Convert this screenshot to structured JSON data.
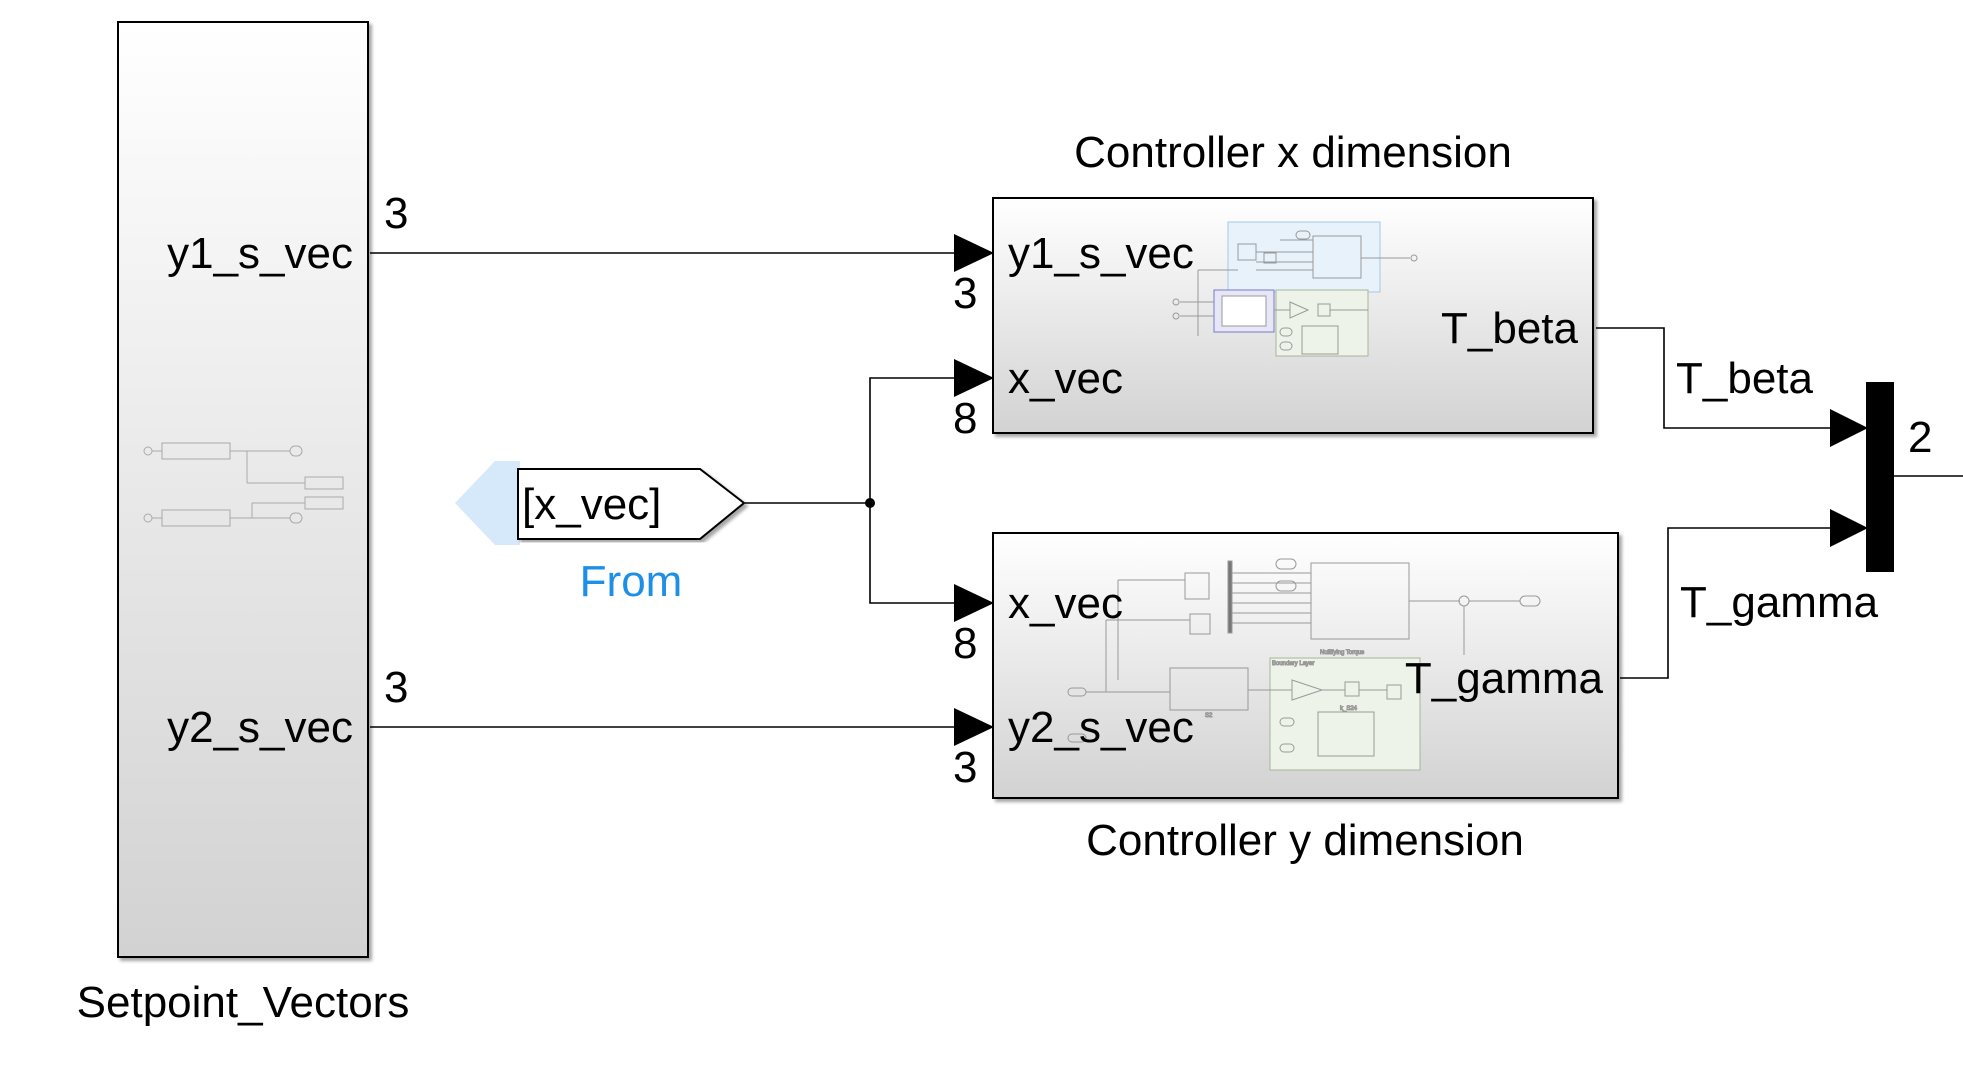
{
  "blocks": {
    "setpoint": {
      "name": "Setpoint_Vectors",
      "ports": [
        "y1_s_vec",
        "y2_s_vec"
      ]
    },
    "from": {
      "tag": "[x_vec]",
      "label": "From"
    },
    "controller_x": {
      "title": "Controller x dimension",
      "inputs": [
        "y1_s_vec",
        "x_vec"
      ],
      "output": "T_beta"
    },
    "controller_y": {
      "title": "Controller y dimension",
      "inputs": [
        "x_vec",
        "y2_s_vec"
      ],
      "output": "T_gamma",
      "thumbnail_labels": [
        "Boundary Layer",
        "Nullifying Torque",
        "k_S24",
        "S2"
      ]
    },
    "mux": {
      "output_dim": "2"
    }
  },
  "signals": {
    "y1_dim": "3",
    "y2_dim": "3",
    "cx_in1_dim": "3",
    "cx_in2_dim": "8",
    "cy_in1_dim": "8",
    "cy_in2_dim": "3",
    "t_beta": "T_beta",
    "t_gamma": "T_gamma"
  },
  "colors": {
    "from_label": "#1e8fe6",
    "from_shadow": "#d6e9fa",
    "block_gradient_top": "#ffffff",
    "block_gradient_bottom": "#d2d2d2",
    "line": "#000000"
  }
}
